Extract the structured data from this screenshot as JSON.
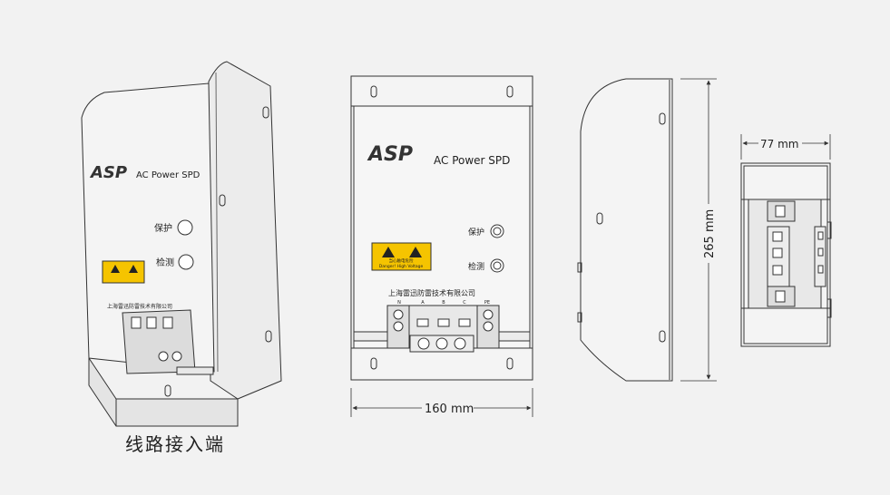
{
  "labels": {
    "caption": "线路接入端",
    "logo": "ASP",
    "product": "AC Power SPD",
    "indicator_protect": "保护",
    "indicator_detect": "检测",
    "warning_zh": "当心触电危险",
    "warning_en": "Danger! High Voltage",
    "company": "上海雷迅防雷技术有限公司",
    "terminals": [
      "N",
      "A",
      "B",
      "C",
      "PE"
    ]
  },
  "dimensions": {
    "width": "160 mm",
    "height": "265 mm",
    "depth": "77 mm"
  },
  "colors": {
    "background": "#f2f2f2",
    "line": "#333333",
    "panel": "#eeeeee",
    "warning": "#f5c400"
  }
}
